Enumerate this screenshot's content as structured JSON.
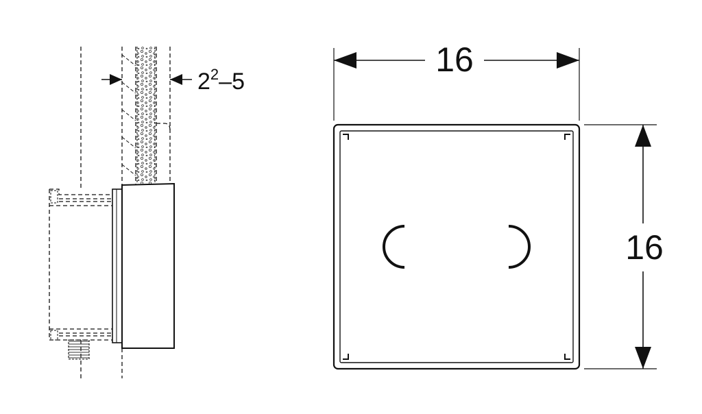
{
  "side_view": {
    "wall_thickness_base": "2",
    "wall_thickness_sup": "2",
    "wall_thickness_rest": "–5"
  },
  "front_view": {
    "width": "16",
    "height": "16"
  },
  "colors": {
    "line": "#111111",
    "background": "#ffffff"
  }
}
